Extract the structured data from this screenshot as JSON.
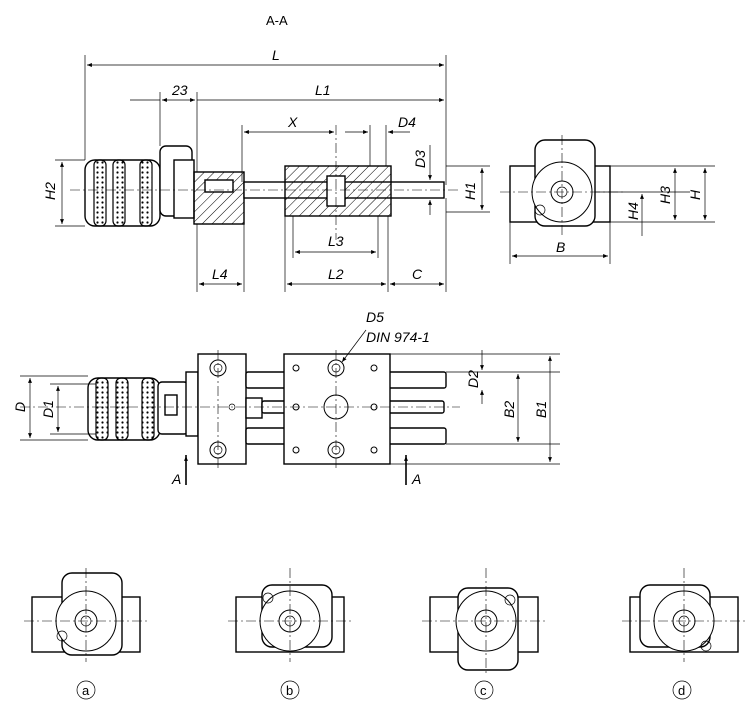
{
  "section_title": "A-A",
  "dimensions": {
    "L": "L",
    "L1": "L1",
    "d23": "23",
    "X": "X",
    "D4": "D4",
    "D3": "D3",
    "H2": "H2",
    "H1": "H1",
    "L3": "L3",
    "L4": "L4",
    "L2": "L2",
    "C": "C",
    "B": "B",
    "H4": "H4",
    "H3": "H3",
    "H": "H",
    "D5": "D5",
    "din": "DIN 974-1",
    "D": "D",
    "D1": "D1",
    "D2": "D2",
    "B2": "B2",
    "B1": "B1"
  },
  "section_markers": [
    "A",
    "A"
  ],
  "variants": [
    "a",
    "b",
    "c",
    "d"
  ]
}
